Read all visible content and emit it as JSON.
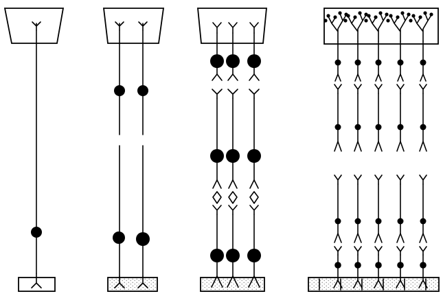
{
  "figure": {
    "panels": [
      {
        "id": "stage-1",
        "chains": 1,
        "nodes_per_chain": 1,
        "target": "plain"
      },
      {
        "id": "stage-2",
        "chains": 2,
        "nodes_per_chain": 2,
        "target": "stippled"
      },
      {
        "id": "stage-3",
        "chains": 3,
        "nodes_per_chain": 3,
        "target": "stippled",
        "open_junction": true
      },
      {
        "id": "stage-4",
        "chains": 5,
        "segments_per_chain": 5,
        "target": "stippled-divided",
        "branched_top": true
      }
    ],
    "colors": {
      "ink": "#000000",
      "paper": "#ffffff",
      "stipple": "#555555"
    }
  }
}
